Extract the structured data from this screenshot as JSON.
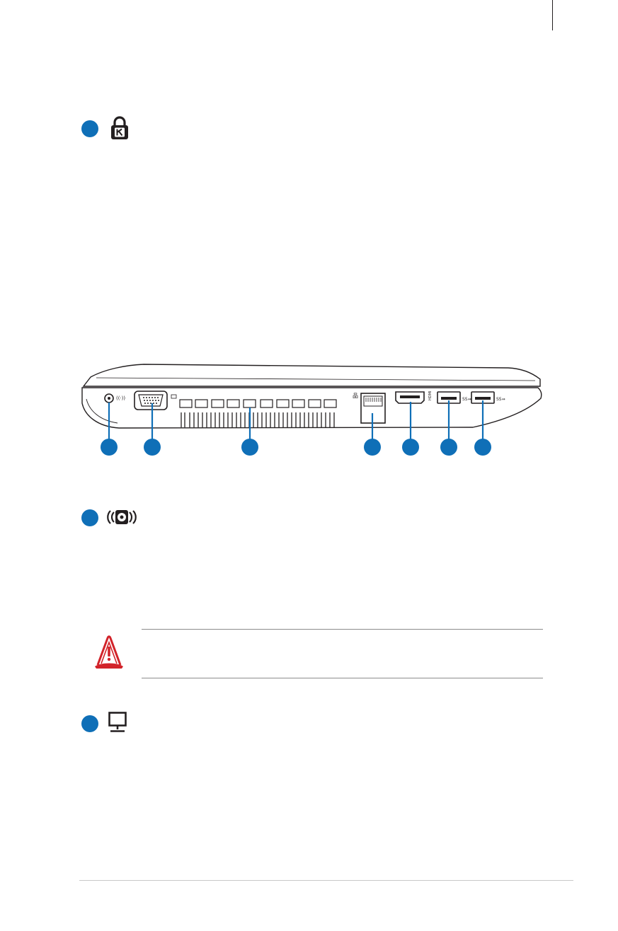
{
  "page": {
    "background": "#ffffff",
    "accent_color": "#0f6fb7",
    "warning_color": "#d2232a"
  },
  "sections": [
    {
      "id": "kensington-lock",
      "icon": "kensington-lock-icon",
      "bullet_color": "#0f6fb7"
    },
    {
      "id": "power-input",
      "icon": "power-input-icon",
      "bullet_color": "#0f6fb7"
    },
    {
      "id": "display-output",
      "icon": "monitor-icon",
      "bullet_color": "#0f6fb7"
    }
  ],
  "diagram": {
    "description_icon": "laptop-left-side-diagram",
    "callouts": [
      {
        "port": "power-input"
      },
      {
        "port": "display-output"
      },
      {
        "port": "air-vents"
      },
      {
        "port": "lan-port"
      },
      {
        "port": "hdmi-port"
      },
      {
        "port": "usb-port-1"
      },
      {
        "port": "usb-port-2"
      }
    ]
  },
  "warning": {
    "icon": "warning-hot-surface-icon"
  }
}
